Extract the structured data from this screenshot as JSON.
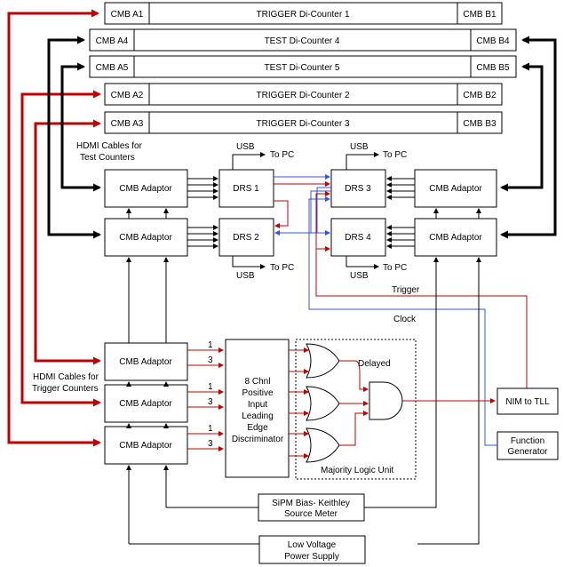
{
  "counters": {
    "c1": {
      "a": "CMB A1",
      "name": "TRIGGER Di-Counter 1",
      "b": "CMB B1"
    },
    "c4": {
      "a": "CMB A4",
      "name": "TEST Di-Counter 4",
      "b": "CMB B4"
    },
    "c5": {
      "a": "CMB A5",
      "name": "TEST Di-Counter 5",
      "b": "CMB B5"
    },
    "c2": {
      "a": "CMB A2",
      "name": "TRIGGER Di-Counter 2",
      "b": "CMB B2"
    },
    "c3": {
      "a": "CMB A3",
      "name": "TRIGGER Di-Counter 3",
      "b": "CMB B3"
    }
  },
  "labels": {
    "hdmi_test_1": "HDMI Cables for",
    "hdmi_test_2": "Test Counters",
    "hdmi_trig_1": "HDMI Cables for",
    "hdmi_trig_2": "Trigger Counters",
    "usb": "USB",
    "to_pc": "To PC",
    "trigger": "Trigger",
    "clock": "Clock",
    "delayed": "Delayed",
    "ch1": "1",
    "ch3": "3"
  },
  "blocks": {
    "cmb_adaptor": "CMB Adaptor",
    "drs1": "DRS 1",
    "drs2": "DRS 2",
    "drs3": "DRS 3",
    "drs4": "DRS 4",
    "disc": [
      "8 Chnl",
      "Positive",
      "Input",
      "Leading",
      "Edge",
      "Discriminator"
    ],
    "mlu": "Majority Logic Unit",
    "nim": "NIM to TLL",
    "fg": [
      "Function",
      "Generator"
    ],
    "sipm": [
      "SiPM Bias- Keithley",
      "Source Meter"
    ],
    "lv": [
      "Low Voltage",
      "Power Supply"
    ]
  }
}
